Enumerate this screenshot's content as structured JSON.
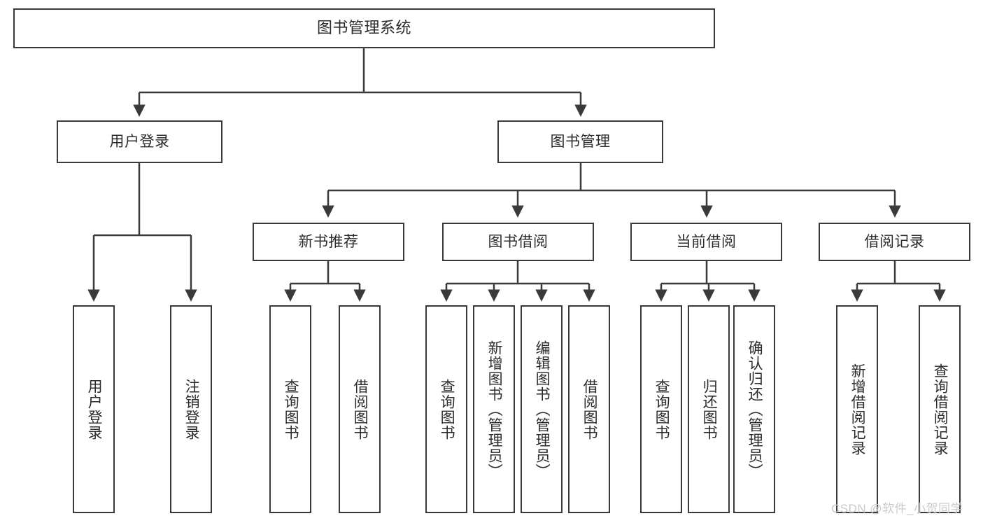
{
  "diagram": {
    "title": "图书管理系统",
    "type": "hierarchy-tree",
    "colors": {
      "node_border": "#3a3a3a",
      "node_fill": "#ffffff",
      "edge": "#3a3a3a",
      "text": "#2b2b2b",
      "watermark": "#c9c9c9"
    },
    "nodes": {
      "root": {
        "label": "图书管理系统"
      },
      "level2": [
        {
          "label": "用户登录"
        },
        {
          "label": "图书管理"
        }
      ],
      "level3": [
        {
          "label": "新书推荐"
        },
        {
          "label": "图书借阅"
        },
        {
          "label": "当前借阅"
        },
        {
          "label": "借阅记录"
        }
      ],
      "leaves": {
        "user_login": [
          {
            "label": "用户登录"
          },
          {
            "label": "注销登录"
          }
        ],
        "new_book_recommend": [
          {
            "label": "查询图书"
          },
          {
            "label": "借阅图书"
          }
        ],
        "book_borrow": [
          {
            "label": "查询图书"
          },
          {
            "label": "新增图书（管理员）"
          },
          {
            "label": "编辑图书（管理员）"
          },
          {
            "label": "借阅图书"
          }
        ],
        "current_borrow": [
          {
            "label": "查询图书"
          },
          {
            "label": "归还图书"
          },
          {
            "label": "确认归还（管理员）"
          }
        ],
        "borrow_record": [
          {
            "label": "新增借阅记录"
          },
          {
            "label": "查询借阅记录"
          }
        ]
      }
    },
    "watermark": "CSDN @软件_小贺同学"
  }
}
